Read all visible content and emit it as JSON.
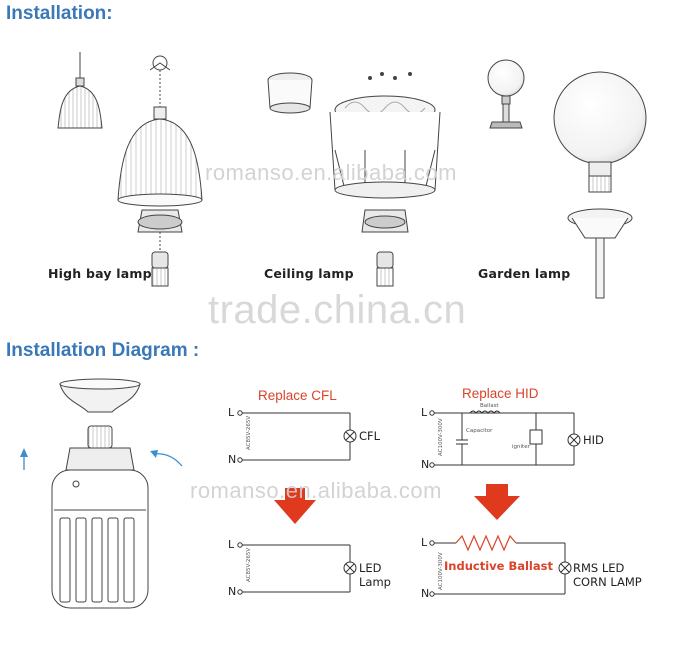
{
  "headings": {
    "installation": "Installation:",
    "diagram": "Installation Diagram :"
  },
  "lamps": [
    {
      "label": "High bay lamp"
    },
    {
      "label": "Ceiling lamp"
    },
    {
      "label": "Garden lamp"
    }
  ],
  "watermarks": {
    "site": "romanso.en.alibaba.com",
    "trade": "trade.china.cn"
  },
  "circuits": {
    "cfl": {
      "title": "Replace CFL",
      "L": "L",
      "N": "N",
      "load": "CFL",
      "voltage": "AC85V-265V"
    },
    "hid": {
      "title": "Replace HID",
      "L": "L",
      "N": "N",
      "load": "HID",
      "voltage": "AC100V-300V",
      "ballast": "Ballast",
      "capacitor": "Capacitor",
      "igniter": "igniter"
    },
    "led": {
      "L": "L",
      "N": "N",
      "load_line1": "LED",
      "load_line2": "Lamp",
      "voltage": "AC85V-265V"
    },
    "rms": {
      "L": "L",
      "N": "N",
      "ballast_label": "Inductive Ballast",
      "load_line1": "RMS LED",
      "load_line2": "CORN LAMP",
      "voltage": "AC100V-300V"
    }
  },
  "colors": {
    "heading": "#3a78b8",
    "accent": "#d9442a",
    "arrow": "#e03a1e",
    "arrow_up": "#3a8fd0"
  }
}
